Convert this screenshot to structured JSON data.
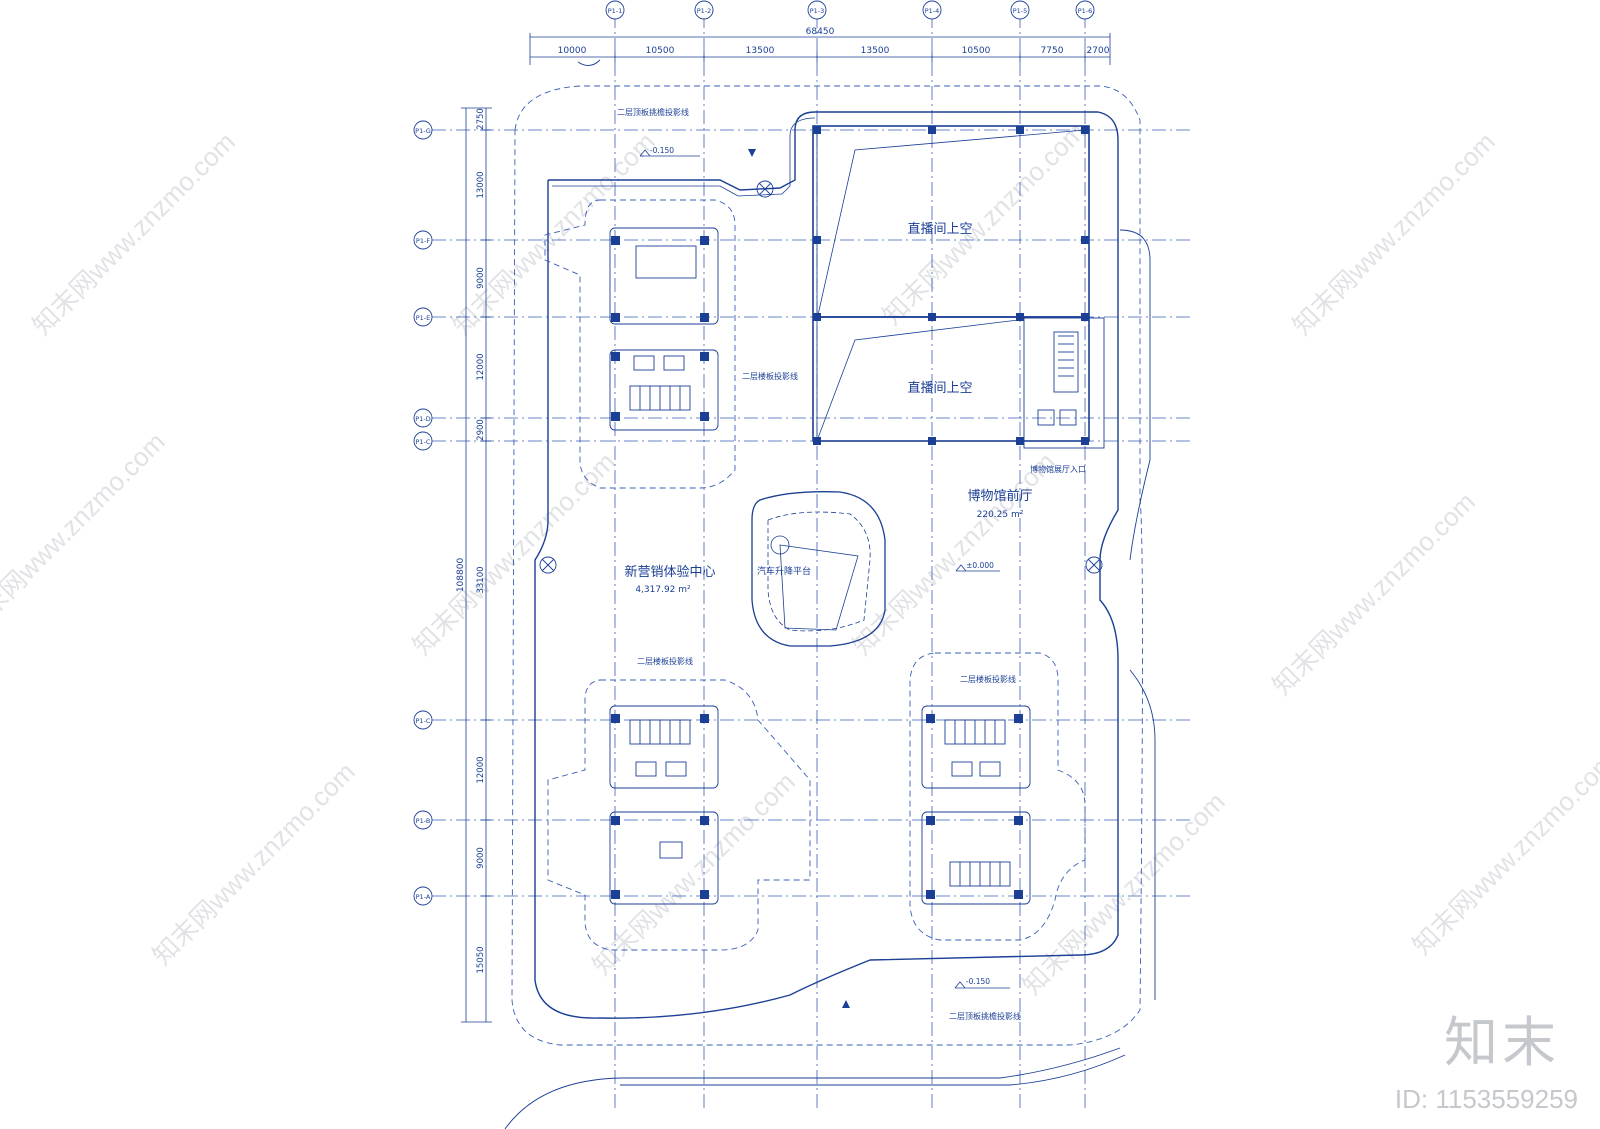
{
  "axes_x": [
    "P1-1",
    "P1-2",
    "P1-3",
    "P1-4",
    "P1-5",
    "P1-6"
  ],
  "axes_y": [
    "P1-G",
    "P1-F",
    "P1-E",
    "P1-D",
    "P1-C",
    "P1-C",
    "P1-B",
    "P1-A"
  ],
  "dims_top_total": "68450",
  "dims_top": [
    "10000",
    "10500",
    "13500",
    "13500",
    "10500",
    "7750",
    "2700"
  ],
  "dims_left_total": "108800",
  "dims_left": [
    "2750",
    "13000",
    "9000",
    "12000",
    "2900",
    "33100",
    "12000",
    "9000",
    "15050"
  ],
  "labels": {
    "canopy_top": "二层顶板挑檐投影线",
    "canopy_bottom": "二层顶板挑檐投影线",
    "slab_proj_1": "二层楼板投影线",
    "slab_proj_2": "二层楼板投影线",
    "slab_proj_3": "二层楼板投影线",
    "studio_1": "直播间上空",
    "studio_2": "直播间上空",
    "museum_entry": "博物馆展厅入口",
    "museum_hall": "博物馆前厅",
    "museum_area": "220.25 m²",
    "marketing": "新营销体验中心",
    "marketing_area": "4,317.92 m²",
    "car_lift": "汽车升降平台",
    "elev_1": "-0.150",
    "elev_2": "±0.000",
    "elev_3": "-0.150"
  },
  "watermark": "知末网www.znzmo.com",
  "brand": "知末",
  "brand_id": "ID: 1153559259",
  "colors": {
    "line": "#1b3f95",
    "dash": "#3a5eb5",
    "watermark": "#c9ccd2"
  }
}
